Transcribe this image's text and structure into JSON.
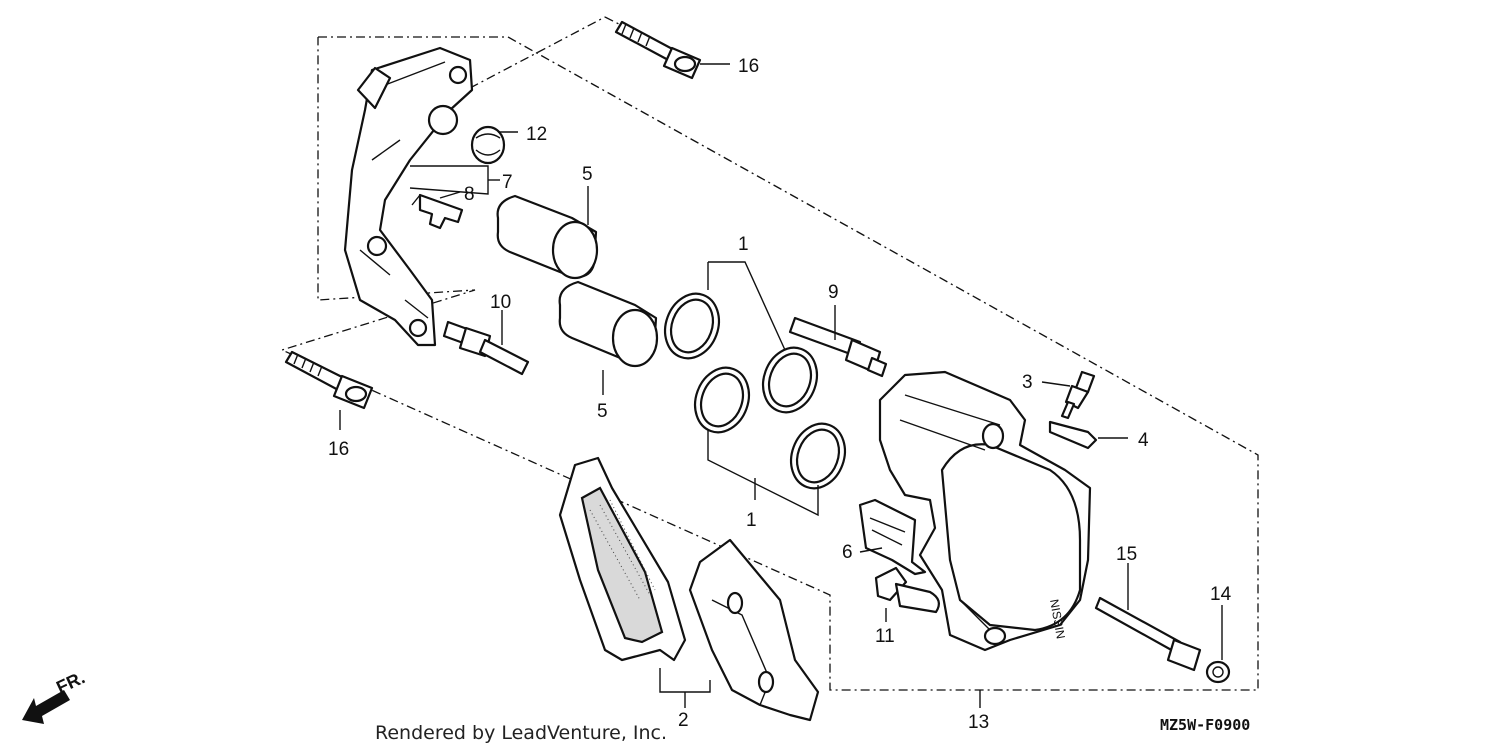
{
  "diagram": {
    "callouts": [
      {
        "id": "c1a",
        "text": "1"
      },
      {
        "id": "c1b",
        "text": "1"
      },
      {
        "id": "c2",
        "text": "2"
      },
      {
        "id": "c3",
        "text": "3"
      },
      {
        "id": "c4",
        "text": "4"
      },
      {
        "id": "c5a",
        "text": "5"
      },
      {
        "id": "c5b",
        "text": "5"
      },
      {
        "id": "c6",
        "text": "6"
      },
      {
        "id": "c7",
        "text": "7"
      },
      {
        "id": "c8",
        "text": "8"
      },
      {
        "id": "c9",
        "text": "9"
      },
      {
        "id": "c10",
        "text": "10"
      },
      {
        "id": "c11",
        "text": "11"
      },
      {
        "id": "c12",
        "text": "12"
      },
      {
        "id": "c13",
        "text": "13"
      },
      {
        "id": "c14",
        "text": "14"
      },
      {
        "id": "c15",
        "text": "15"
      },
      {
        "id": "c16a",
        "text": "16"
      },
      {
        "id": "c16b",
        "text": "16"
      }
    ],
    "caliper_brand": "NISSIN",
    "direction_label": "FR.",
    "footer_text": "Rendered by LeadVenture, Inc.",
    "drawing_code": "MZ5W-F0900"
  }
}
